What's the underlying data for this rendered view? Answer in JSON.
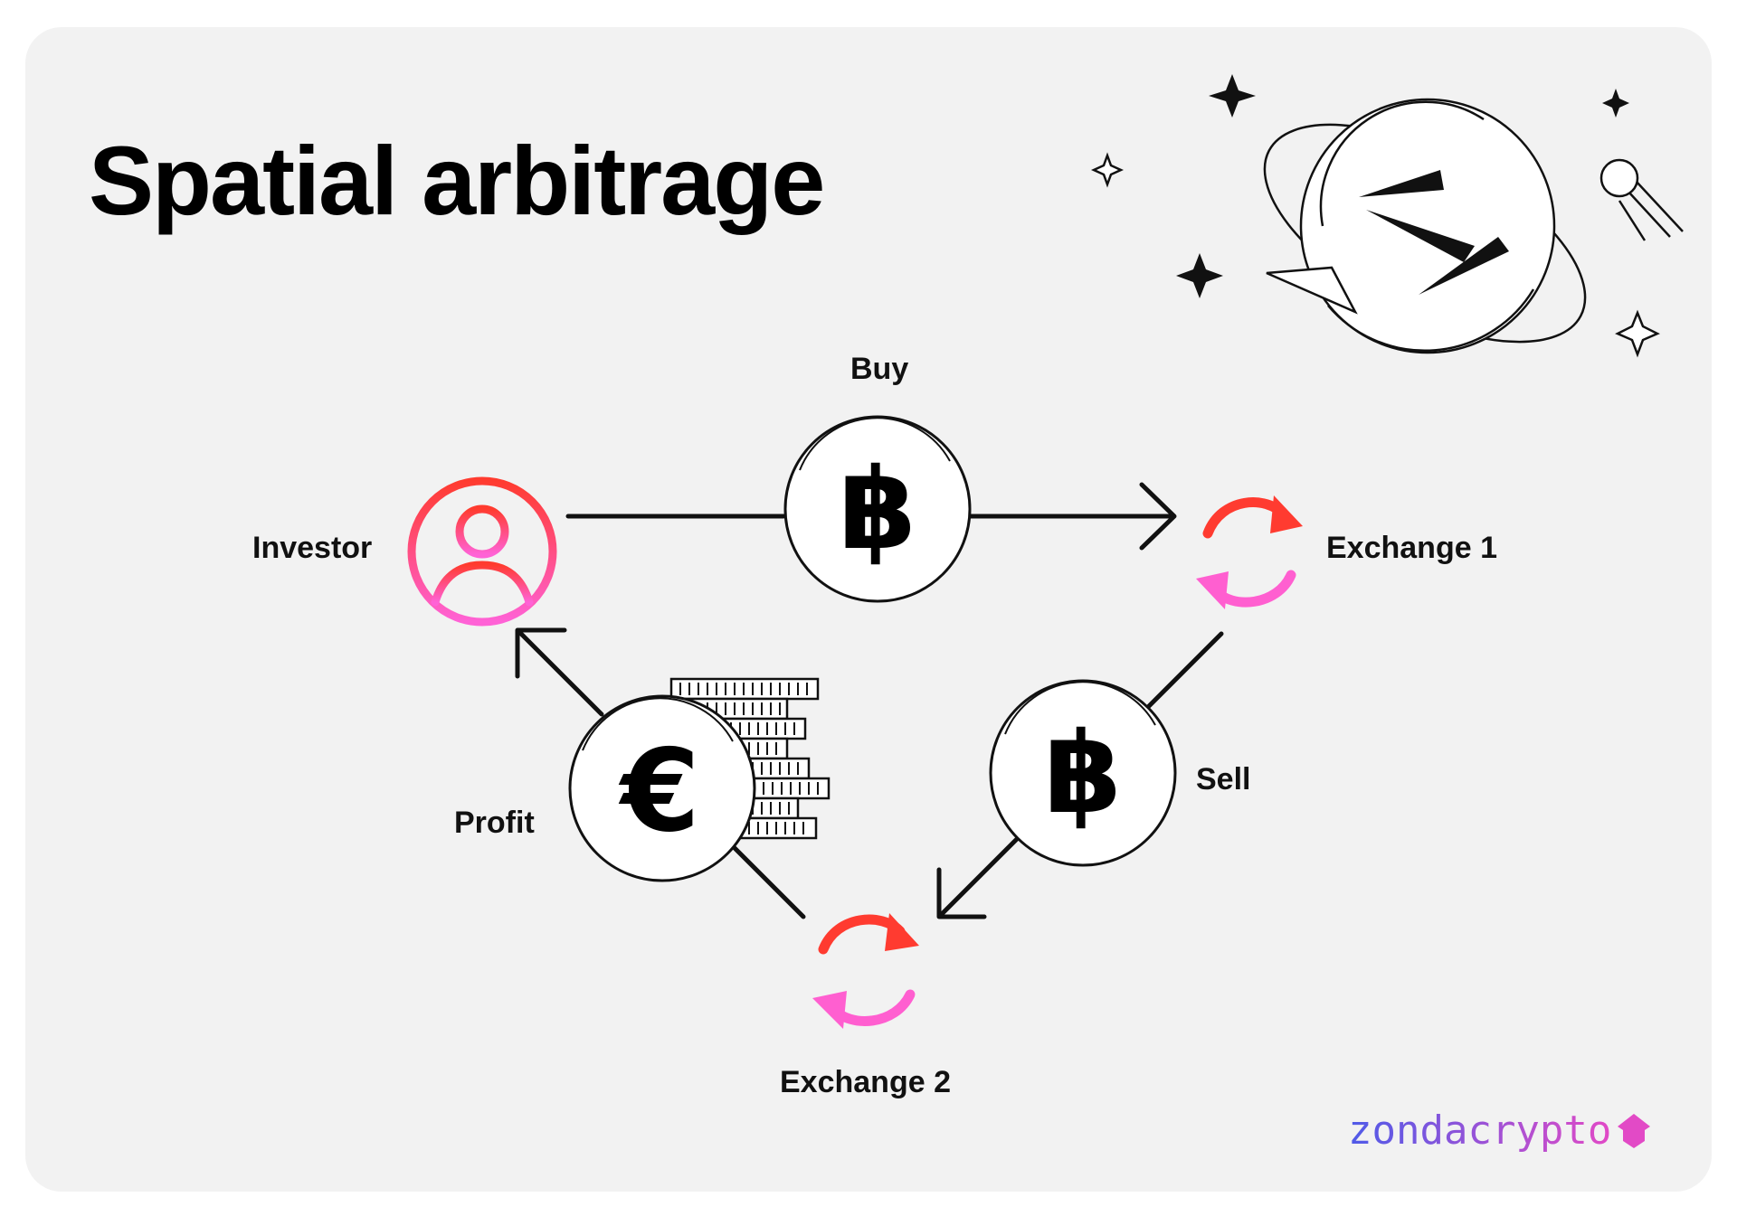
{
  "title": "Spatial arbitrage",
  "nodes": {
    "buy_label": "Buy",
    "investor_label": "Investor",
    "exchange1_label": "Exchange 1",
    "sell_label": "Sell",
    "profit_label": "Profit",
    "exchange2_label": "Exchange 2"
  },
  "symbols": {
    "bitcoin": "฿",
    "euro": "€"
  },
  "brand": {
    "name": "zondacrypto",
    "logo_icon": "rocket-icon"
  },
  "icons": [
    "person-icon",
    "bitcoin-coin-icon",
    "euro-coin-icon",
    "coin-stack-icon",
    "exchange-cycle-icon",
    "planet-exchange-icon",
    "sparkle-icon",
    "satellite-icon"
  ],
  "colors": {
    "background": "#f2f2f2",
    "accent_red": "#ff3b30",
    "accent_pink": "#ff5fd0",
    "brand_blue": "#5b5be6",
    "brand_pink": "#e04cc8"
  }
}
